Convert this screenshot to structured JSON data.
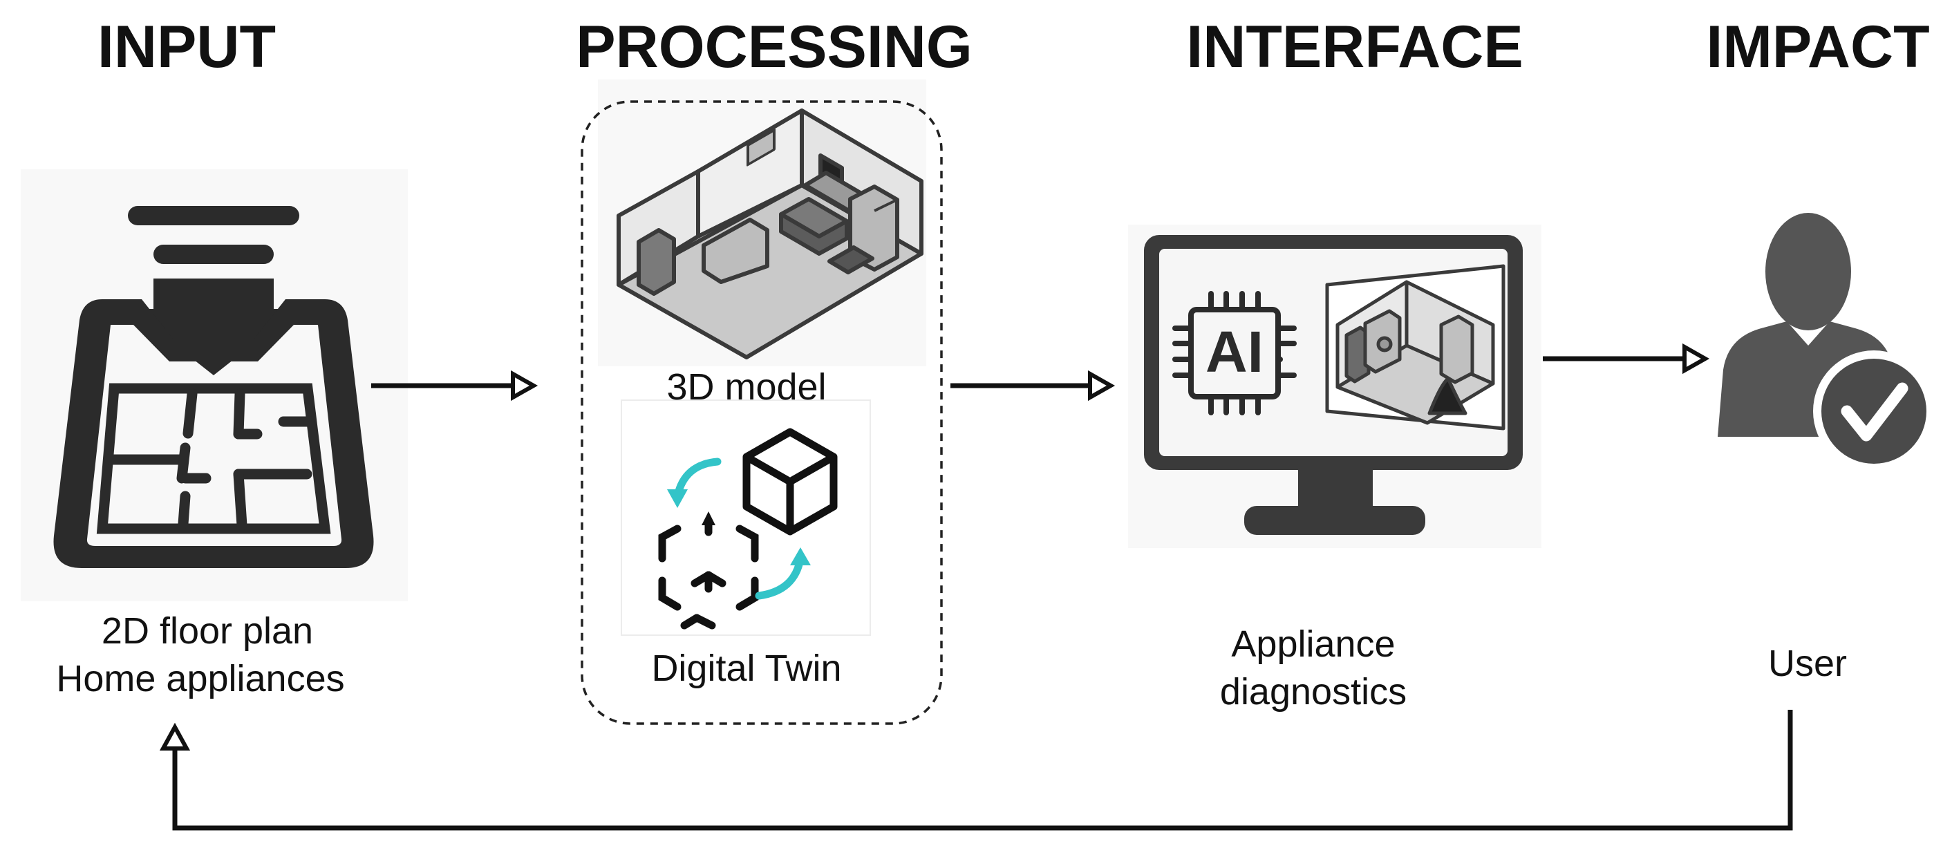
{
  "headings": {
    "input": "INPUT",
    "processing": "PROCESSING",
    "interface": "INTERFACE",
    "impact": "IMPACT"
  },
  "input": {
    "line1": "2D floor plan",
    "line2": "Home appliances"
  },
  "processing": {
    "model_label": "3D model",
    "twin_label": "Digital Twin"
  },
  "interface": {
    "chip_text": "AI",
    "line1": "Appliance",
    "line2": "diagnostics"
  },
  "impact": {
    "user_label": "User"
  },
  "colors": {
    "ink": "#111111",
    "icon_dark": "#2b2b2b",
    "user_gray": "#555555",
    "teal": "#33c4c8",
    "panel_bg": "#f8f8f8"
  },
  "icons": [
    "floor-plan-download-icon",
    "isometric-room-icon",
    "digital-twin-cycle-icon",
    "ai-monitor-icon",
    "user-check-icon"
  ]
}
